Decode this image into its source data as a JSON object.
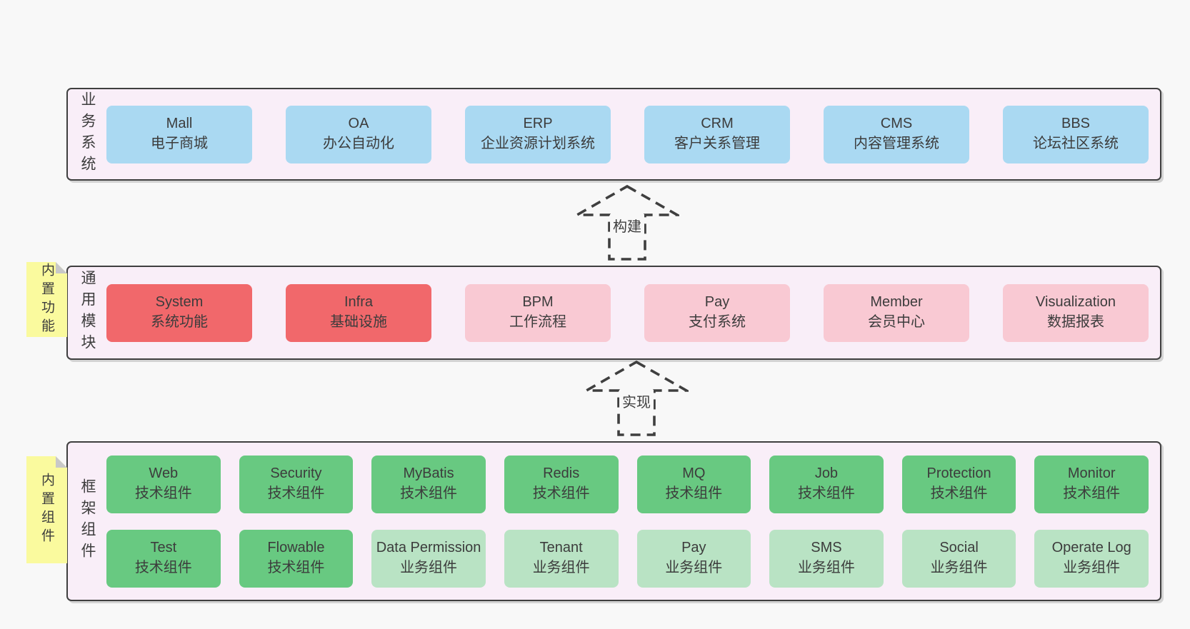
{
  "colors": {
    "canvas_bg": "#f8f8f8",
    "band_bg": "#f9eef8",
    "band_border": "#3f3f3f",
    "box_blue": "#aad9f2",
    "box_red": "#f1686b",
    "box_pink": "#f9c9d3",
    "box_green_dark": "#68c981",
    "box_green_light": "#b9e3c4",
    "note_yellow": "#fafa9e",
    "note_fold": "#c8c8c8",
    "text": "#3c3c3c"
  },
  "arrows": [
    {
      "label": "构建"
    },
    {
      "label": "实现"
    }
  ],
  "bands": [
    {
      "label": "业务系统",
      "boxes": [
        {
          "en": "Mall",
          "zh": "电子商城"
        },
        {
          "en": "OA",
          "zh": "办公自动化"
        },
        {
          "en": "ERP",
          "zh": "企业资源计划系统"
        },
        {
          "en": "CRM",
          "zh": "客户关系管理"
        },
        {
          "en": "CMS",
          "zh": "内容管理系统"
        },
        {
          "en": "BBS",
          "zh": "论坛社区系统"
        }
      ]
    },
    {
      "label": "通用模块",
      "note": "内置功能",
      "boxes": [
        {
          "en": "System",
          "zh": "系统功能"
        },
        {
          "en": "Infra",
          "zh": "基础设施"
        },
        {
          "en": "BPM",
          "zh": "工作流程"
        },
        {
          "en": "Pay",
          "zh": "支付系统"
        },
        {
          "en": "Member",
          "zh": "会员中心"
        },
        {
          "en": "Visualization",
          "zh": "数据报表"
        }
      ]
    },
    {
      "label": "框架组件",
      "note": "内置组件",
      "rows": [
        [
          {
            "en": "Web",
            "zh": "技术组件"
          },
          {
            "en": "Security",
            "zh": "技术组件"
          },
          {
            "en": "MyBatis",
            "zh": "技术组件"
          },
          {
            "en": "Redis",
            "zh": "技术组件"
          },
          {
            "en": "MQ",
            "zh": "技术组件"
          },
          {
            "en": "Job",
            "zh": "技术组件"
          },
          {
            "en": "Protection",
            "zh": "技术组件"
          },
          {
            "en": "Monitor",
            "zh": "技术组件"
          }
        ],
        [
          {
            "en": "Test",
            "zh": "技术组件"
          },
          {
            "en": "Flowable",
            "zh": "技术组件"
          },
          {
            "en": "Data Permission",
            "zh": "业务组件"
          },
          {
            "en": "Tenant",
            "zh": "业务组件"
          },
          {
            "en": "Pay",
            "zh": "业务组件"
          },
          {
            "en": "SMS",
            "zh": "业务组件"
          },
          {
            "en": "Social",
            "zh": "业务组件"
          },
          {
            "en": "Operate Log",
            "zh": "业务组件"
          }
        ]
      ]
    }
  ]
}
